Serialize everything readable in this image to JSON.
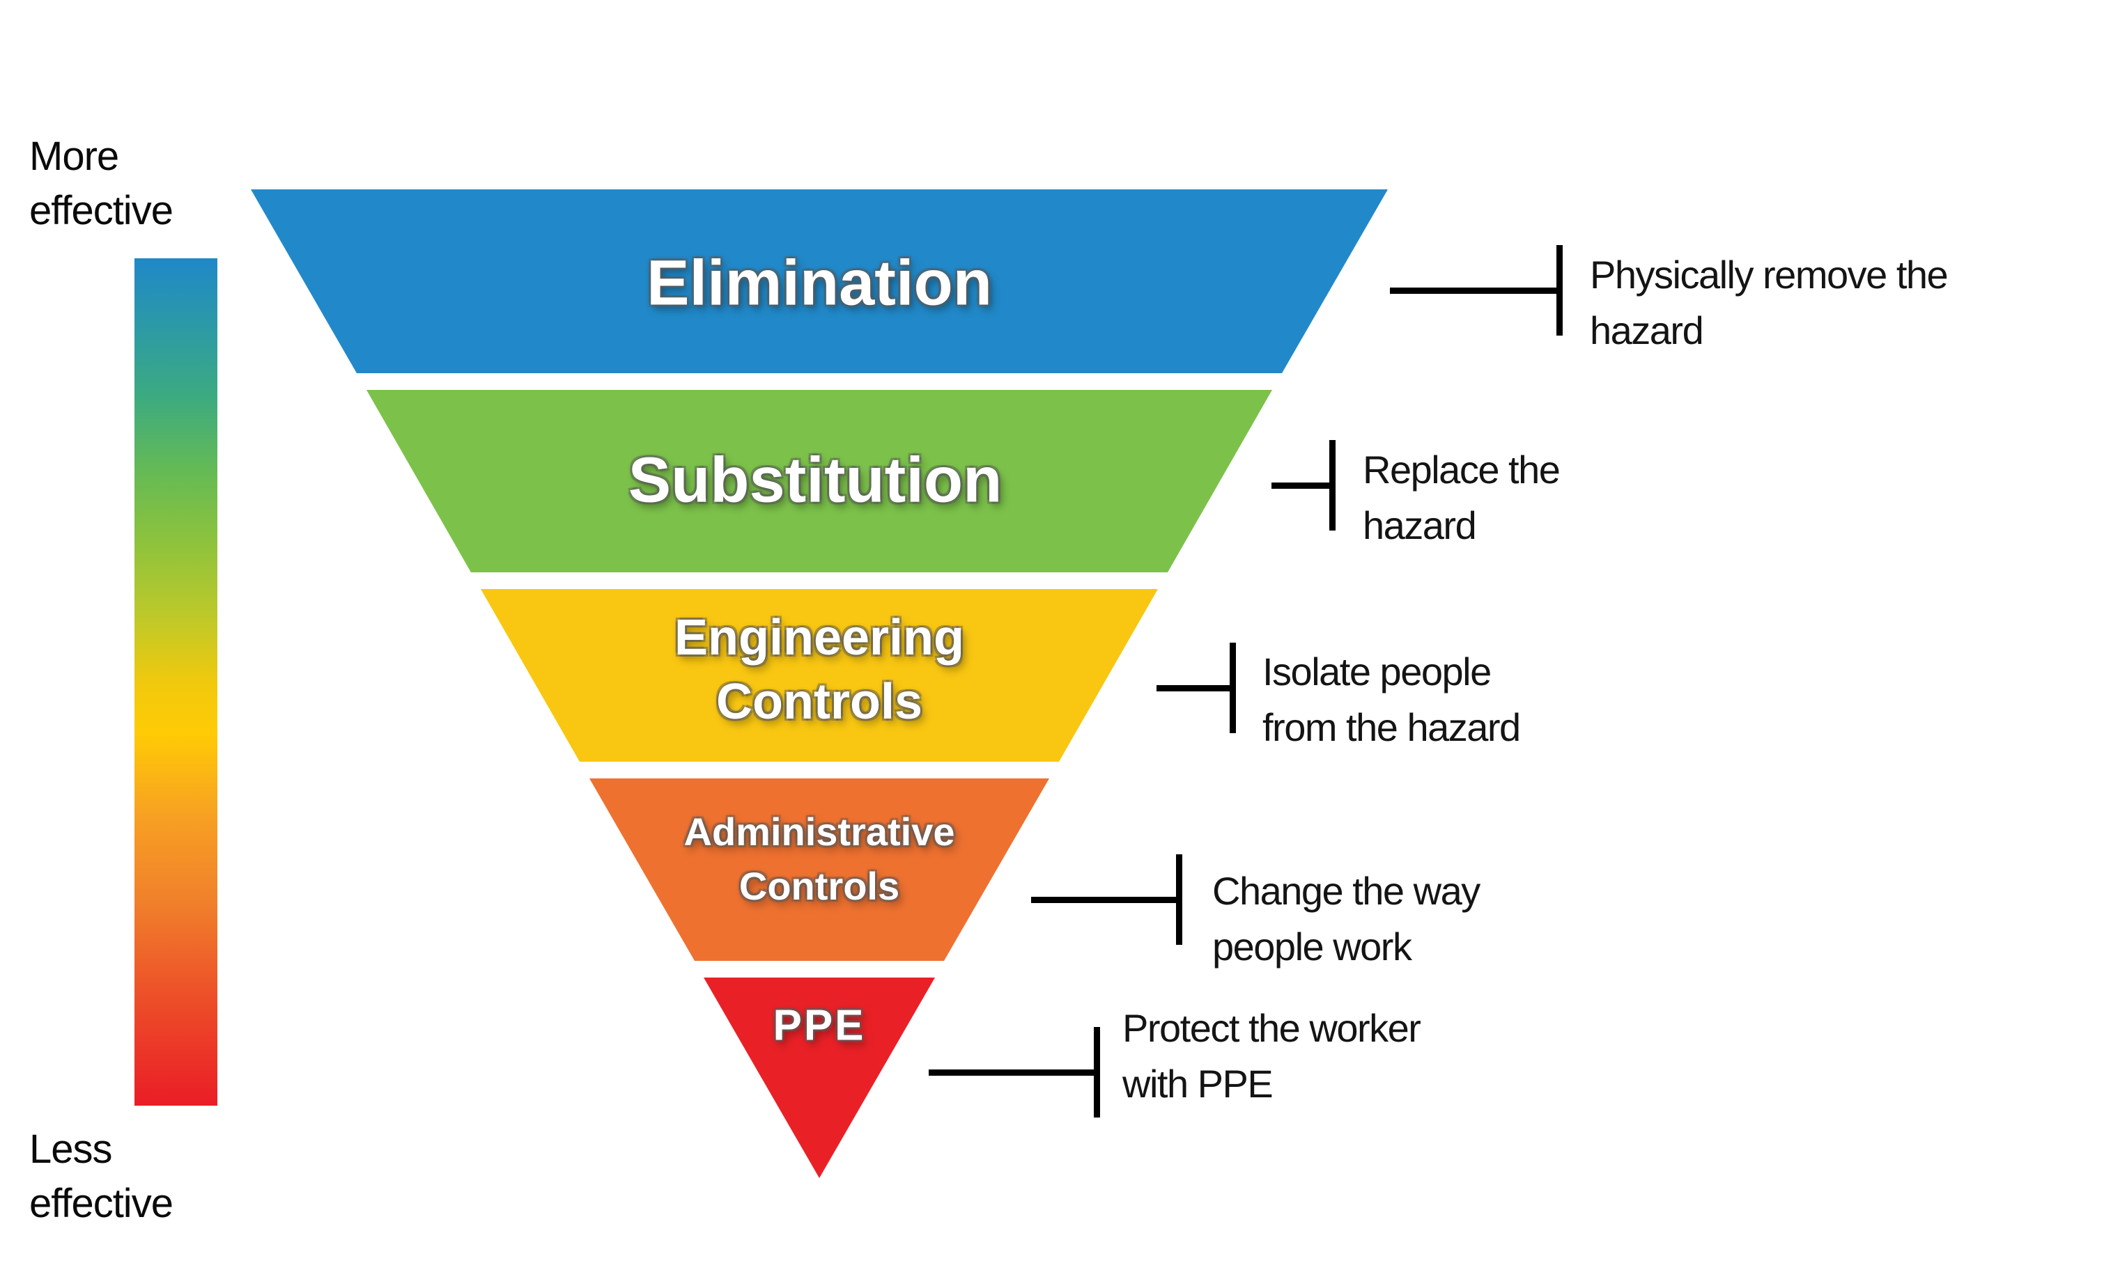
{
  "scale": {
    "more": "More\neffective",
    "less": "Less\neffective"
  },
  "levels": [
    {
      "name": "Elimination",
      "label": "Elimination",
      "color": "#2189C9",
      "description": "Physically remove the\nhazard"
    },
    {
      "name": "Substitution",
      "label": "Substitution",
      "color": "#7CC24A",
      "description": "Replace the\nhazard"
    },
    {
      "name": "Engineering Controls",
      "label": "Engineering\nControls",
      "color": "#F9C712",
      "description": "Isolate people\nfrom the hazard"
    },
    {
      "name": "Administrative Controls",
      "label": "Administrative\nControls",
      "color": "#EE7130",
      "description": "Change the way\npeople work"
    },
    {
      "name": "PPE",
      "label": "PPE",
      "color": "#E92127",
      "description": "Protect the worker\nwith PPE"
    }
  ],
  "callout_line_color": "#000000",
  "gradient": {
    "stops": [
      {
        "c": "#1F88C8",
        "p": 0
      },
      {
        "c": "#2C9AA6",
        "p": 8
      },
      {
        "c": "#3BAA82",
        "p": 16
      },
      {
        "c": "#64BA55",
        "p": 25
      },
      {
        "c": "#8BC23E",
        "p": 33
      },
      {
        "c": "#BCC92A",
        "p": 42
      },
      {
        "c": "#F0C90E",
        "p": 50
      },
      {
        "c": "#FFCB05",
        "p": 56
      },
      {
        "c": "#F7A023",
        "p": 66
      },
      {
        "c": "#F0802B",
        "p": 76
      },
      {
        "c": "#ED5429",
        "p": 86
      },
      {
        "c": "#EA1D26",
        "p": 100
      }
    ]
  }
}
